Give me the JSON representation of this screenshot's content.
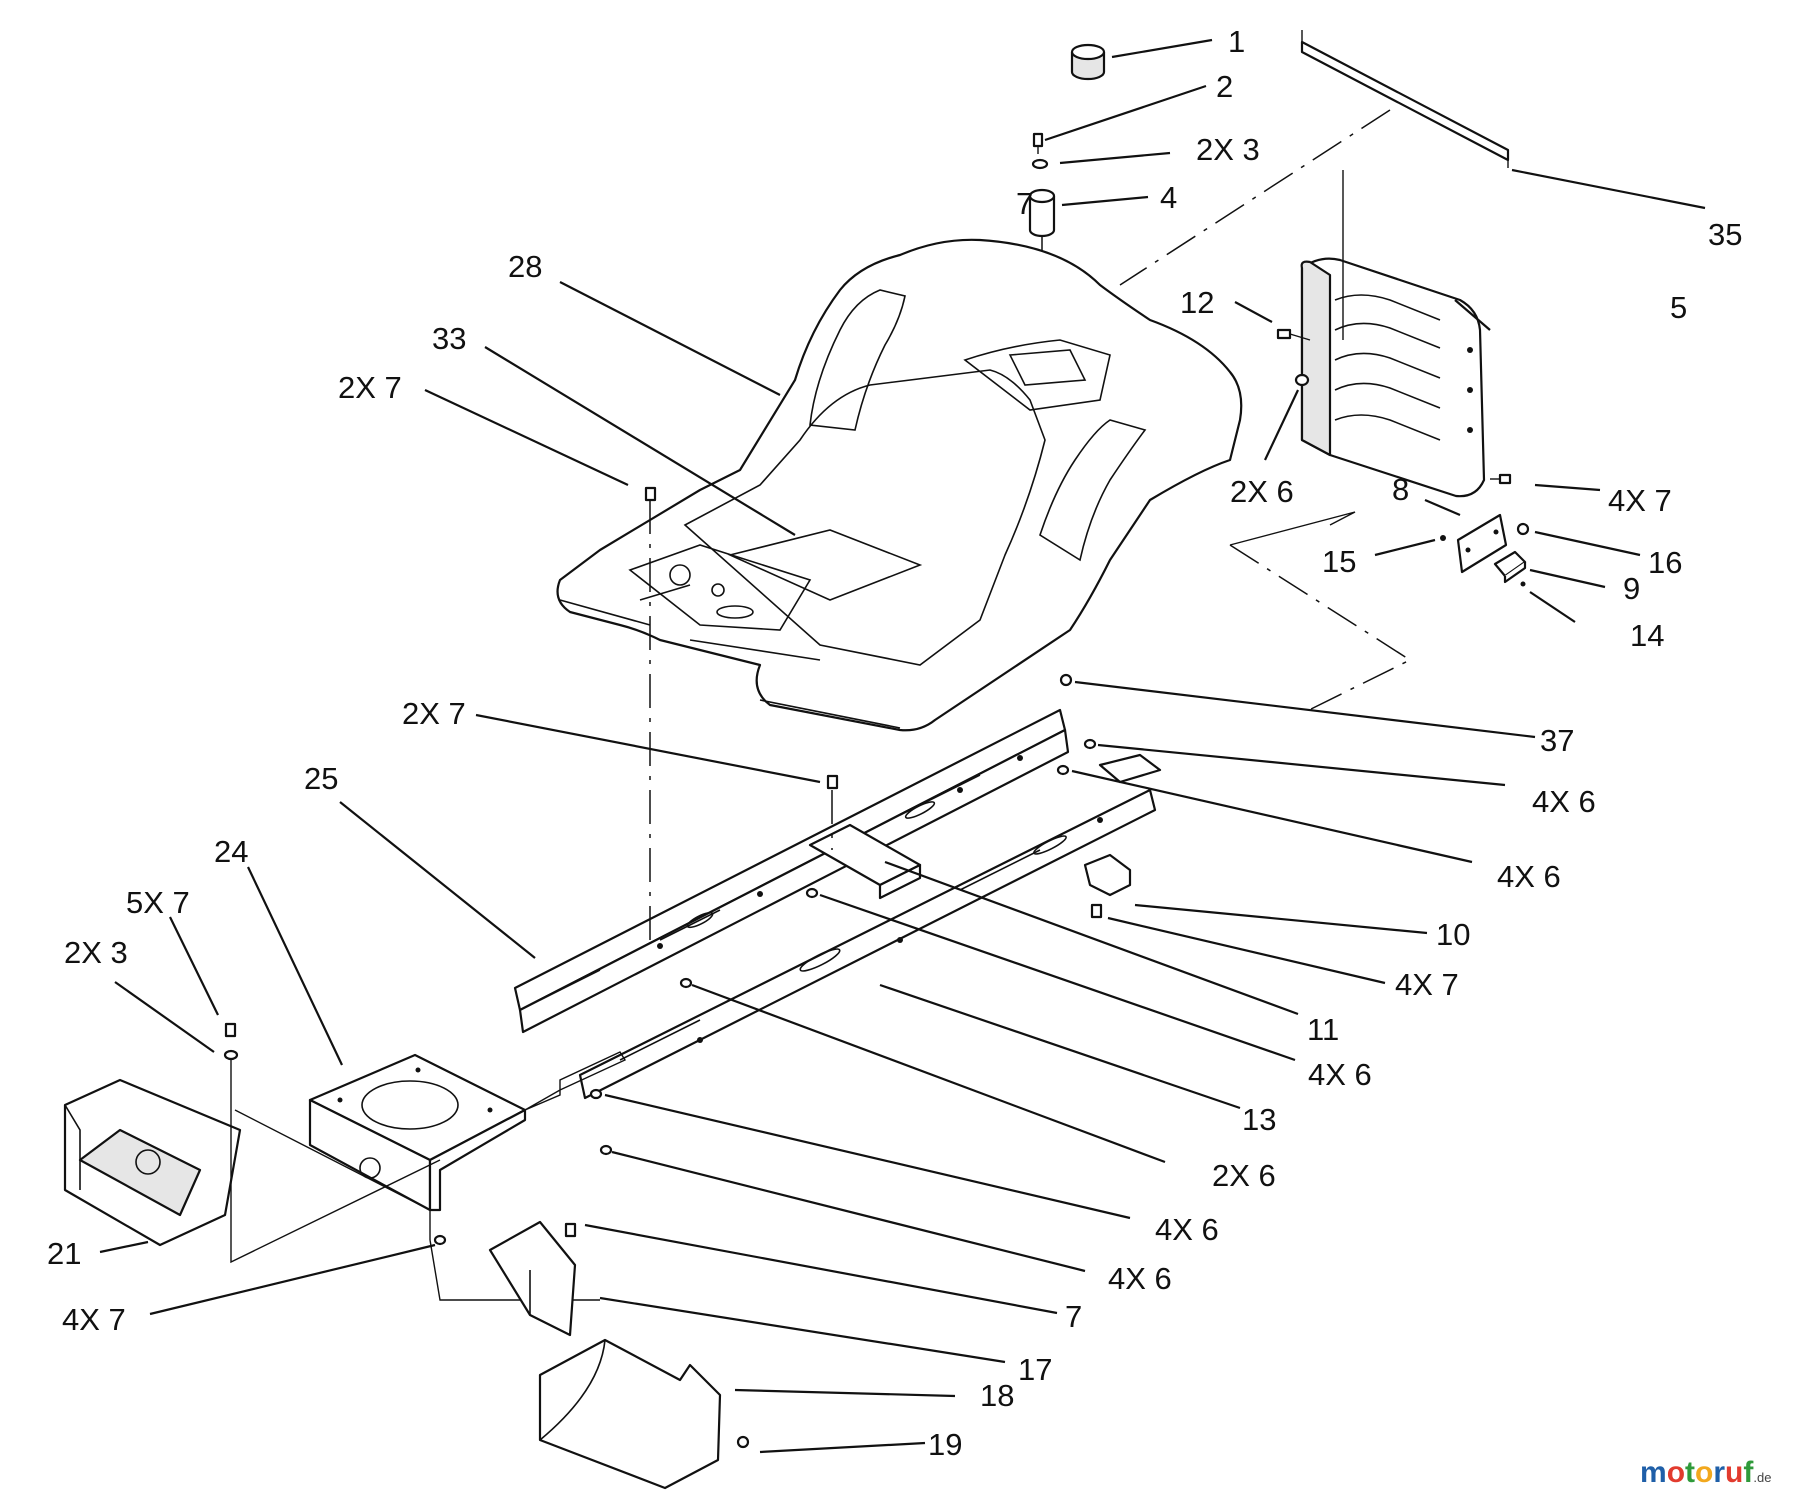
{
  "callouts": [
    {
      "id": "c1",
      "label": "1"
    },
    {
      "id": "c2",
      "label": "2"
    },
    {
      "id": "c3",
      "label": "2X 3"
    },
    {
      "id": "c4",
      "label": "4"
    },
    {
      "id": "c4s",
      "label": "7"
    },
    {
      "id": "c35",
      "label": "35"
    },
    {
      "id": "c28",
      "label": "28"
    },
    {
      "id": "c33",
      "label": "33"
    },
    {
      "id": "c7a",
      "label": "2X 7"
    },
    {
      "id": "c12",
      "label": "12"
    },
    {
      "id": "c5",
      "label": "5"
    },
    {
      "id": "c6a",
      "label": "2X 6"
    },
    {
      "id": "c8",
      "label": "8"
    },
    {
      "id": "c7b",
      "label": "4X 7"
    },
    {
      "id": "c15",
      "label": "15"
    },
    {
      "id": "c16",
      "label": "16"
    },
    {
      "id": "c9",
      "label": "9"
    },
    {
      "id": "c14",
      "label": "14"
    },
    {
      "id": "c7c",
      "label": "2X 7"
    },
    {
      "id": "c37",
      "label": "37"
    },
    {
      "id": "c6b",
      "label": "4X 6"
    },
    {
      "id": "c25",
      "label": "25"
    },
    {
      "id": "c6c",
      "label": "4X 6"
    },
    {
      "id": "c24",
      "label": "24"
    },
    {
      "id": "c10",
      "label": "10"
    },
    {
      "id": "c7d",
      "label": "5X 7"
    },
    {
      "id": "c7e",
      "label": "4X 7"
    },
    {
      "id": "c3b",
      "label": "2X 3"
    },
    {
      "id": "c11",
      "label": "11"
    },
    {
      "id": "c6d",
      "label": "4X 6"
    },
    {
      "id": "c13",
      "label": "13"
    },
    {
      "id": "c6e",
      "label": "2X 6"
    },
    {
      "id": "c6f",
      "label": "4X 6"
    },
    {
      "id": "c21",
      "label": "21"
    },
    {
      "id": "c6g",
      "label": "4X 6"
    },
    {
      "id": "c7f",
      "label": "4X 7"
    },
    {
      "id": "c7g",
      "label": "7"
    },
    {
      "id": "c17",
      "label": "17"
    },
    {
      "id": "c18",
      "label": "18"
    },
    {
      "id": "c19",
      "label": "19"
    }
  ],
  "watermark": {
    "letters": [
      {
        "ch": "m",
        "color": "#1f5fa8"
      },
      {
        "ch": "o",
        "color": "#e23b2e"
      },
      {
        "ch": "t",
        "color": "#2f9a3a"
      },
      {
        "ch": "o",
        "color": "#f2a81d"
      },
      {
        "ch": "r",
        "color": "#1f5fa8"
      },
      {
        "ch": "u",
        "color": "#e23b2e"
      },
      {
        "ch": "f",
        "color": "#2f9a3a"
      }
    ],
    "suffix": ".de"
  }
}
